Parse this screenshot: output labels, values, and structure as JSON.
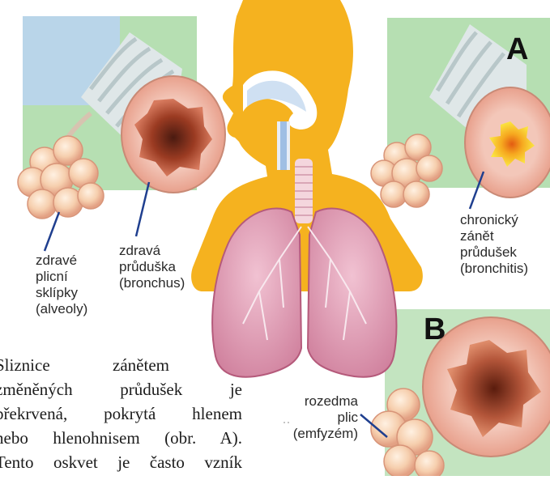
{
  "labels": {
    "healthy_alveoli": [
      "zdravé",
      "plicní",
      "sklípky",
      "(alveoly)"
    ],
    "healthy_bronchus": [
      "zdravá",
      "průduška",
      "(bronchus)"
    ],
    "chronic_bronchitis": [
      "chronický",
      "zánět",
      "průdušek",
      "(bronchitis)"
    ],
    "emphysema": [
      "rozedma",
      "plic",
      "(emfyzém)"
    ]
  },
  "panel_letters": {
    "a": "A",
    "b": "B"
  },
  "body_text": [
    "Sliznice   zánětem",
    "změněných průdušek je",
    "překrvená, pokrytá hlenem",
    "nebo hlenohnisem (obr. A).",
    "Tento  oskvet  je  často  vzník"
  ],
  "colors": {
    "silhouette": "#f5b21f",
    "green_panel": "#a8d8a6",
    "blue_panel": "#b9d4ee",
    "lung": "#e6a7bd",
    "mucosa": "#c5654f",
    "inflammation": "#f7e23a"
  }
}
